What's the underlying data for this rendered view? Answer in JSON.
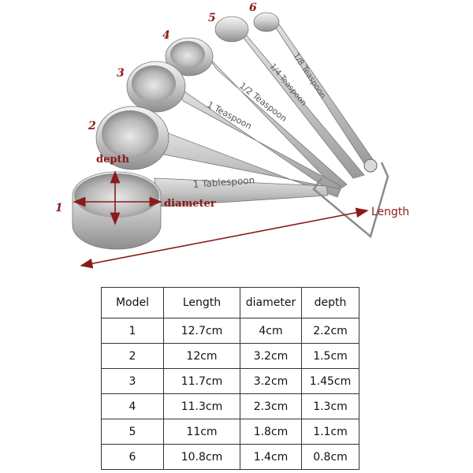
{
  "figure": {
    "spoon_numbers": [
      "1",
      "2",
      "3",
      "4",
      "5",
      "6"
    ],
    "engravings": [
      "1 Tablespoon",
      "1/2 Teaspoon",
      "1 Teaspoon",
      "1/4 Teaspoon",
      "1/8 Teaspoon"
    ],
    "dimension_labels": {
      "depth": "depth",
      "diameter": "diameter",
      "length": "Length"
    },
    "colors": {
      "annotation": "#8b1a1a",
      "steel_light": "#ebebeb",
      "steel_dark": "#8e8e8e"
    }
  },
  "table": {
    "headers": [
      "Model",
      "Length",
      "diameter",
      "depth"
    ],
    "rows": [
      [
        "1",
        "12.7cm",
        "4cm",
        "2.2cm"
      ],
      [
        "2",
        "12cm",
        "3.2cm",
        "1.5cm"
      ],
      [
        "3",
        "11.7cm",
        "3.2cm",
        "1.45cm"
      ],
      [
        "4",
        "11.3cm",
        "2.3cm",
        "1.3cm"
      ],
      [
        "5",
        "11cm",
        "1.8cm",
        "1.1cm"
      ],
      [
        "6",
        "10.8cm",
        "1.4cm",
        "0.8cm"
      ]
    ]
  }
}
